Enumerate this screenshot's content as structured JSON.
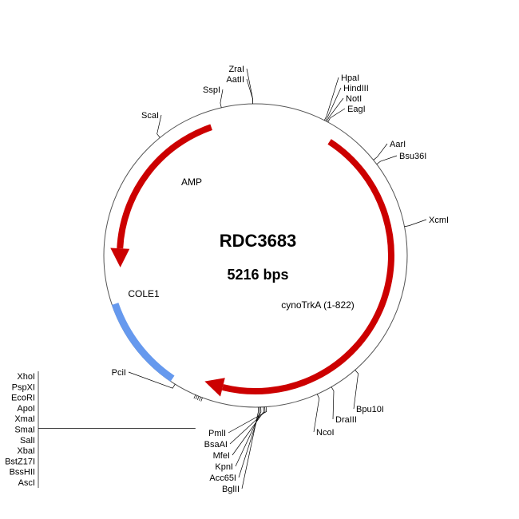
{
  "plasmid": {
    "name": "RDC3683",
    "size_label": "5216 bps"
  },
  "colors": {
    "backbone": "#555555",
    "cds": "#cc0000",
    "origin": "#6699ee",
    "label": "#000000"
  },
  "features": [
    {
      "name": "AMP",
      "type": "cds",
      "start_deg": -19,
      "end_deg": -95,
      "direction": "ccw"
    },
    {
      "name": "cynoTrkA (1-822)",
      "type": "cds",
      "start_deg": 33,
      "end_deg": 202,
      "direction": "cw"
    },
    {
      "name": "COLE1",
      "type": "origin",
      "start_deg": -109,
      "end_deg": -146
    }
  ],
  "sites": [
    {
      "name": "ZraI",
      "deg": -1
    },
    {
      "name": "AatII",
      "deg": -1
    },
    {
      "name": "SspI",
      "deg": -13
    },
    {
      "name": "ScaI",
      "deg": -39
    },
    {
      "name": "HpaI",
      "deg": 27
    },
    {
      "name": "HindIII",
      "deg": 27.5
    },
    {
      "name": "NotI",
      "deg": 28
    },
    {
      "name": "EagI",
      "deg": 28.5
    },
    {
      "name": "AarI",
      "deg": 51
    },
    {
      "name": "Bsu36I",
      "deg": 53
    },
    {
      "name": "XcmI",
      "deg": 79
    },
    {
      "name": "Bpu10I",
      "deg": 139
    },
    {
      "name": "DraIII",
      "deg": 150
    },
    {
      "name": "NcoI",
      "deg": 156
    },
    {
      "name": "PmlI",
      "deg": 176
    },
    {
      "name": "BsaAI",
      "deg": 176.5
    },
    {
      "name": "MfeI",
      "deg": 177
    },
    {
      "name": "KpnI",
      "deg": 178
    },
    {
      "name": "Acc65I",
      "deg": 178.5
    },
    {
      "name": "BglII",
      "deg": 179
    },
    {
      "name": "PciI",
      "deg": -148
    },
    {
      "name": "XhoI",
      "deg": -158
    },
    {
      "name": "PspXI",
      "deg": -158
    },
    {
      "name": "EcoRI",
      "deg": -158
    },
    {
      "name": "ApoI",
      "deg": -158
    },
    {
      "name": "XmaI",
      "deg": -158
    },
    {
      "name": "SmaI",
      "deg": -158
    },
    {
      "name": "SalI",
      "deg": -158
    },
    {
      "name": "XbaI",
      "deg": -158
    },
    {
      "name": "BstZ17I",
      "deg": -158
    },
    {
      "name": "BssHII",
      "deg": -158
    },
    {
      "name": "AscI",
      "deg": -158
    }
  ]
}
